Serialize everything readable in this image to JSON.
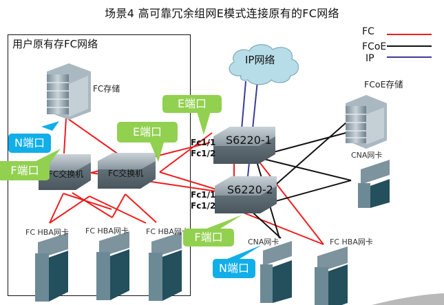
{
  "title": "场景4 高可靠冗余组网E模式连接原有的FC网络",
  "legend": {
    "items": [
      {
        "label": "FC",
        "color": "#ee1c1c"
      },
      {
        "label": "FCoE",
        "color": "#111111"
      },
      {
        "label": "IP",
        "color": "#3a3a9a"
      }
    ]
  },
  "existing_network": {
    "title": "用户原有存FC网络",
    "storage_label": "FC存储",
    "switches": [
      {
        "label": "FC交换机"
      },
      {
        "label": "FC交换机"
      }
    ],
    "hosts": [
      {
        "label": "FC HBA网卡"
      },
      {
        "label": "FC HBA网卡"
      },
      {
        "label": "FC HBA网卡"
      }
    ]
  },
  "ip_network": {
    "label": "IP网络"
  },
  "core_switches": [
    {
      "label": "S6220-1",
      "ports": [
        "Fc1/1",
        "Fc1/2"
      ]
    },
    {
      "label": "S6220-2",
      "ports": [
        "Fc1/1",
        "Fc1/2"
      ]
    }
  ],
  "fcoe_storage": {
    "label": "FCoE存储"
  },
  "right_hosts": [
    {
      "label": "CNA网卡"
    },
    {
      "label": "CNA网卡"
    },
    {
      "label": "FC HBA网卡"
    }
  ],
  "callouts": {
    "n_port_left": "N端口",
    "f_port_left": "F端口",
    "e_port_mid": "E端口",
    "e_port_top": "E端口",
    "f_port_bottom": "F端口",
    "n_port_bottom": "N端口"
  },
  "colors": {
    "fc": "#ee1c1c",
    "fcoe": "#111111",
    "ip": "#3a3a9a",
    "callout_green": "#92d050",
    "callout_blue": "#11aee8",
    "cloud_fill": "#b7dde8"
  }
}
